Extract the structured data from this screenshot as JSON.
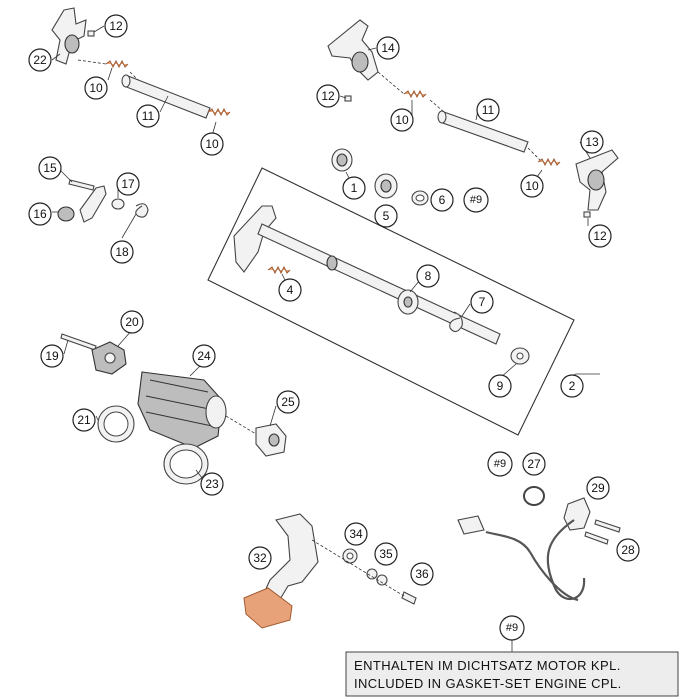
{
  "diagram": {
    "callouts": [
      {
        "id": "c12-a",
        "label": "12"
      },
      {
        "id": "c22",
        "label": "22"
      },
      {
        "id": "c10-a",
        "label": "10"
      },
      {
        "id": "c11-a",
        "label": "11"
      },
      {
        "id": "c10-b",
        "label": "10"
      },
      {
        "id": "c14",
        "label": "14"
      },
      {
        "id": "c12-b",
        "label": "12"
      },
      {
        "id": "c11-b",
        "label": "11"
      },
      {
        "id": "c10-c",
        "label": "10"
      },
      {
        "id": "c13",
        "label": "13"
      },
      {
        "id": "c10-d",
        "label": "10"
      },
      {
        "id": "c12-c",
        "label": "12"
      },
      {
        "id": "c15",
        "label": "15"
      },
      {
        "id": "c17",
        "label": "17"
      },
      {
        "id": "c16",
        "label": "16"
      },
      {
        "id": "c18",
        "label": "18"
      },
      {
        "id": "c1",
        "label": "1"
      },
      {
        "id": "c5",
        "label": "5"
      },
      {
        "id": "c6",
        "label": "6"
      },
      {
        "id": "c9ref-a",
        "label": "#9"
      },
      {
        "id": "c4",
        "label": "4"
      },
      {
        "id": "c8",
        "label": "8"
      },
      {
        "id": "c7",
        "label": "7"
      },
      {
        "id": "c9",
        "label": "9"
      },
      {
        "id": "c2",
        "label": "2"
      },
      {
        "id": "c20",
        "label": "20"
      },
      {
        "id": "c19",
        "label": "19"
      },
      {
        "id": "c24",
        "label": "24"
      },
      {
        "id": "c25",
        "label": "25"
      },
      {
        "id": "c21",
        "label": "21"
      },
      {
        "id": "c23",
        "label": "23"
      },
      {
        "id": "c9ref-b",
        "label": "#9"
      },
      {
        "id": "c27",
        "label": "27"
      },
      {
        "id": "c29",
        "label": "29"
      },
      {
        "id": "c28",
        "label": "28"
      },
      {
        "id": "c34",
        "label": "34"
      },
      {
        "id": "c32",
        "label": "32"
      },
      {
        "id": "c35",
        "label": "35"
      },
      {
        "id": "c36",
        "label": "36"
      },
      {
        "id": "c9ref-c",
        "label": "#9"
      }
    ],
    "note": {
      "line1": "ENTHALTEN IM DICHTSATZ MOTOR KPL.",
      "line2": "INCLUDED IN GASKET-SET ENGINE CPL."
    }
  }
}
